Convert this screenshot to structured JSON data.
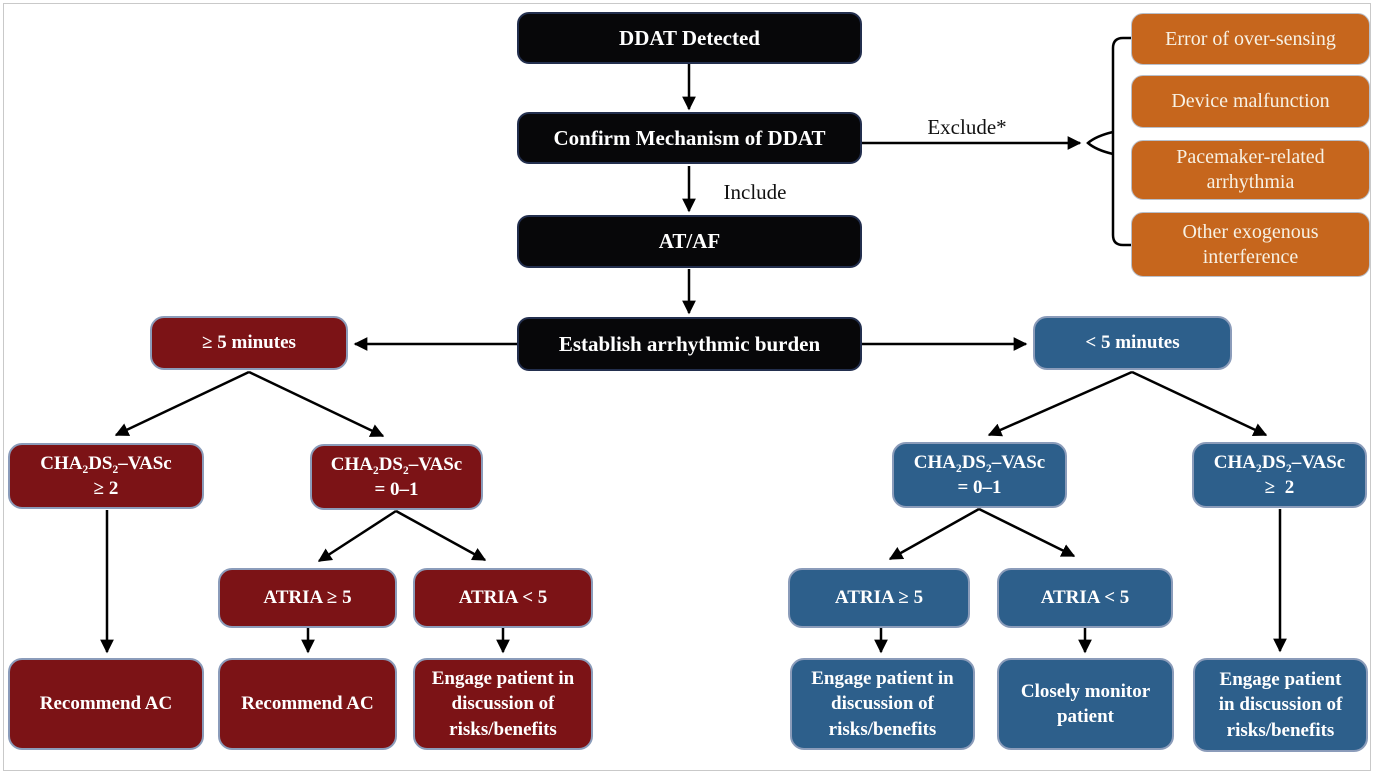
{
  "diagram_title": "DDAT management flowchart",
  "colors": {
    "black": "#070709",
    "red": "#7c1316",
    "blue": "#2d5f8b",
    "orange": "#c6661d"
  },
  "nodes": {
    "ddat": {
      "label": "DDAT Detected"
    },
    "confirm": {
      "label": "Confirm Mechanism of DDAT"
    },
    "ataf": {
      "label": "AT/AF"
    },
    "burden": {
      "label": "Establish arrhythmic burden"
    },
    "ge5min": {
      "label": "≥ 5 minutes"
    },
    "lt5min": {
      "label": "< 5 minutes"
    },
    "red_chads_ge2": {
      "label": "CHA₂DS₂–VASc\n≥ 2"
    },
    "red_chads_01": {
      "label": "CHA₂DS₂–VASc\n= 0–1"
    },
    "red_atria_ge5": {
      "label": "ATRIA ≥ 5"
    },
    "red_atria_lt5": {
      "label": "ATRIA < 5"
    },
    "red_recommend_ac_1": {
      "label": "Recommend AC"
    },
    "red_recommend_ac_2": {
      "label": "Recommend AC"
    },
    "red_engage": {
      "label": "Engage patient in\ndiscussion of\nrisks/benefits"
    },
    "blue_chads_01": {
      "label": "CHA₂DS₂–VASc\n= 0–1"
    },
    "blue_chads_ge2": {
      "label": "CHA₂DS₂–VASc\n≥  2"
    },
    "blue_atria_ge5": {
      "label": "ATRIA ≥ 5"
    },
    "blue_atria_lt5": {
      "label": "ATRIA < 5"
    },
    "blue_engage_1": {
      "label": "Engage patient in\ndiscussion of\nrisks/benefits"
    },
    "blue_monitor": {
      "label": "Closely monitor\npatient"
    },
    "blue_engage_2": {
      "label": "Engage patient\nin discussion of\nrisks/benefits"
    },
    "exclusions": [
      "Error of over-sensing",
      "Device malfunction",
      "Pacemaker-related\narrhythmia",
      "Other exogenous\ninterference"
    ]
  },
  "edge_labels": {
    "include": "Include",
    "exclude": "Exclude*"
  }
}
